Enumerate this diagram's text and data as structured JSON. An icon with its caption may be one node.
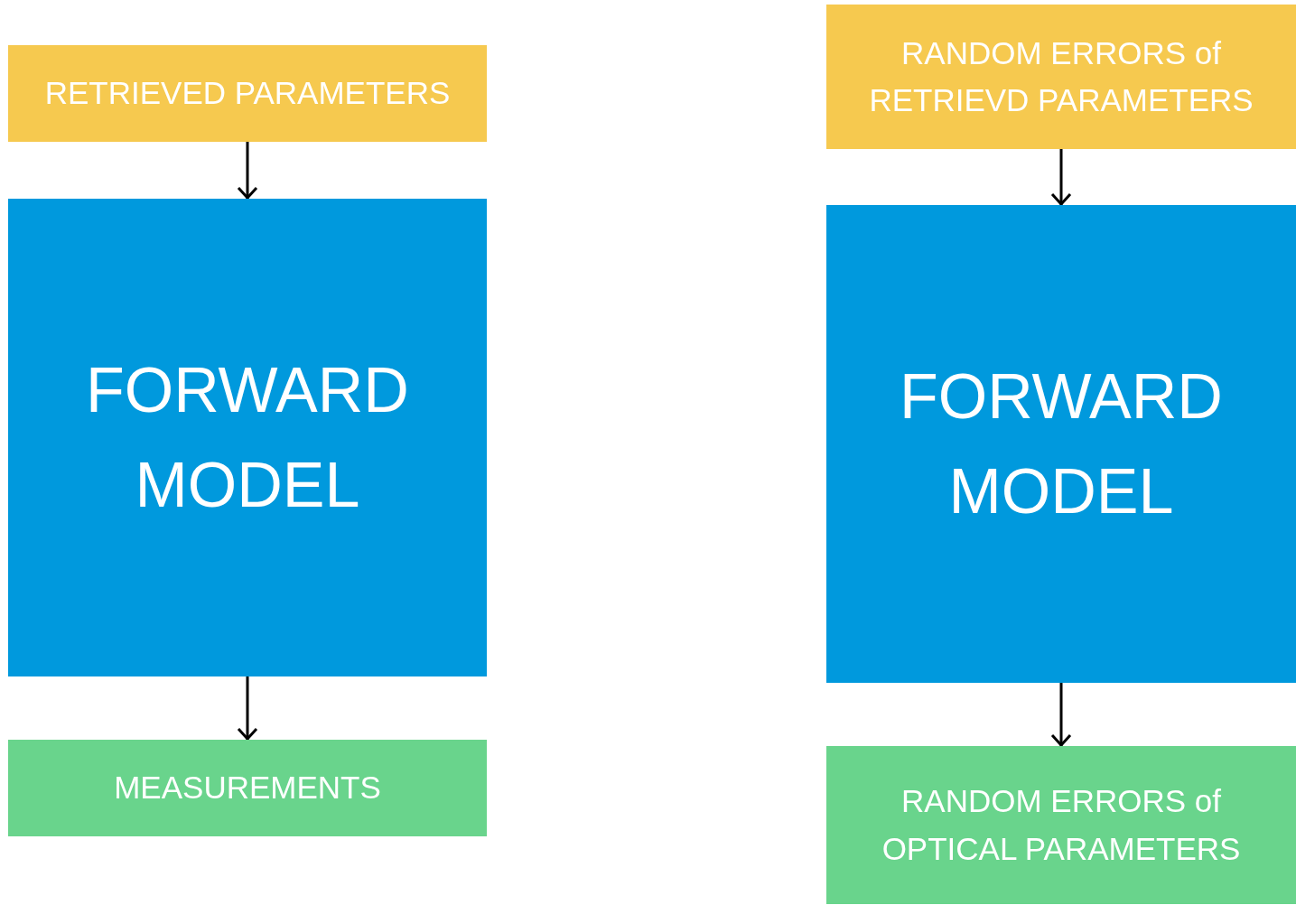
{
  "diagram": {
    "nodes": [
      {
        "text": [
          "RETRIEVED PARAMETERS"
        ]
      },
      {
        "text": [
          "FORWARD MODEL"
        ]
      },
      {
        "text": [
          "MEASUREMENTS"
        ]
      },
      {
        "text": [
          "RANDOM ERRORS of RETRIEVD PARAMETERS"
        ]
      },
      {
        "text": [
          "FORWARD MODEL"
        ]
      },
      {
        "text": [
          "RANDOM ERRORS of OPTICAL PARAMETERS"
        ]
      }
    ],
    "edges": [
      {
        "from": 0,
        "to": 1,
        "arrow": "to"
      },
      {
        "from": 1,
        "to": 2,
        "arrow": "to"
      },
      {
        "from": 3,
        "to": 4,
        "arrow": "to"
      },
      {
        "from": 4,
        "to": 5,
        "arrow": "to"
      }
    ]
  }
}
